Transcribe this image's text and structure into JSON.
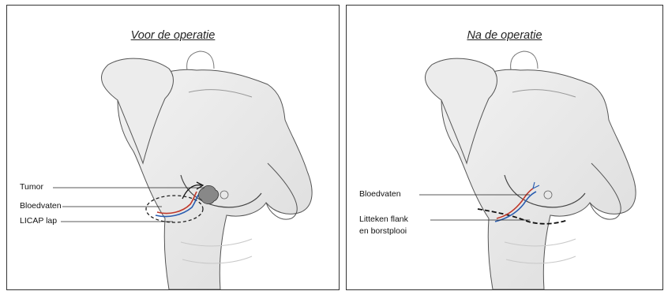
{
  "panels": [
    {
      "title": "Voor de operatie",
      "labels": {
        "tumor": "Tumor",
        "vessels": "Bloedvaten",
        "flap": "LICAP lap"
      }
    },
    {
      "title": "Na de operatie",
      "labels": {
        "vessels": "Bloedvaten",
        "scar_line1": "Litteken flank",
        "scar_line2": "en borstplooi"
      }
    }
  ],
  "colors": {
    "artery": "#c0392b",
    "vein": "#2a5db0",
    "outline": "#333333",
    "shading": "#d9d9d9"
  }
}
